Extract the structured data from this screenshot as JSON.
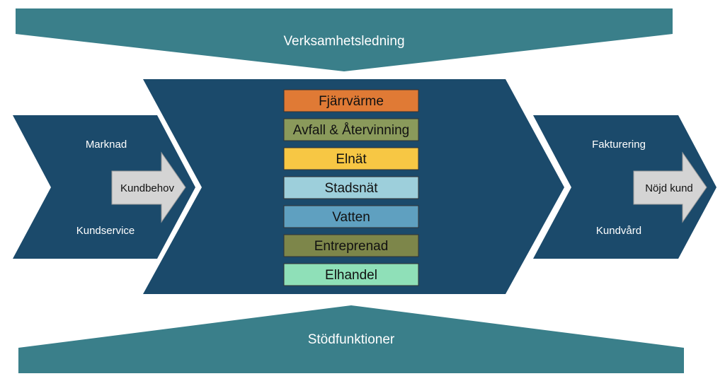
{
  "top_banner": {
    "label": "Verksamhetsledning",
    "color": "#3a7f8a"
  },
  "bottom_banner": {
    "label": "Stödfunktioner",
    "color": "#3a7f8a"
  },
  "left_chevron": {
    "top_label": "Marknad",
    "bottom_label": "Kundservice",
    "arrow_label": "Kundbehov",
    "color": "#1b4a6b"
  },
  "right_chevron": {
    "top_label": "Fakturering",
    "bottom_label": "Kundvård",
    "arrow_label": "Nöjd kund",
    "color": "#1b4a6b"
  },
  "center_chevron": {
    "color": "#1b4a6b"
  },
  "business_areas": [
    {
      "label": "Fjärrvärme",
      "color": "#e07a35"
    },
    {
      "label": "Avfall & Återvinning",
      "color": "#8a9a5b"
    },
    {
      "label": "Elnät",
      "color": "#f7c744"
    },
    {
      "label": "Stadsnät",
      "color": "#9dcfdb"
    },
    {
      "label": "Vatten",
      "color": "#5fa0c0"
    },
    {
      "label": "Entreprenad",
      "color": "#7d864a"
    },
    {
      "label": "Elhandel",
      "color": "#8fe0b8"
    }
  ],
  "arrow_fill": "#d4d4d4"
}
